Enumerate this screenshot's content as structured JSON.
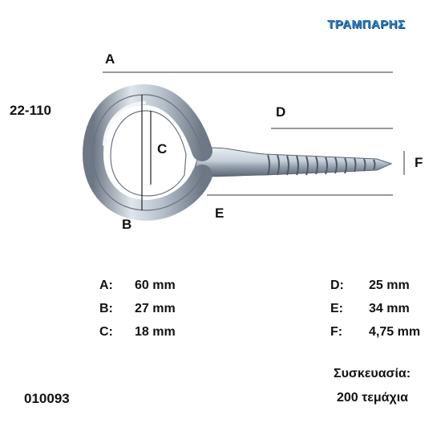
{
  "brand": "ΤΡΑΜΠΑΡΗΣ",
  "product_code": "22-110",
  "dimension_labels": {
    "A": "A",
    "B": "B",
    "C": "C",
    "D": "D",
    "E": "E",
    "F": "F"
  },
  "specs": [
    {
      "key": "A:",
      "value": "60 mm"
    },
    {
      "key": "B:",
      "value": "27 mm"
    },
    {
      "key": "C:",
      "value": "18 mm"
    },
    {
      "key": "D:",
      "value": "25 mm"
    },
    {
      "key": "E:",
      "value": "34 mm"
    },
    {
      "key": "F:",
      "value": "4,75 mm"
    }
  ],
  "packaging": {
    "label": "Συσκευασία:",
    "quantity": "200 τεμάχια"
  },
  "barcode_number": "010093",
  "colors": {
    "brand": "#2f7fc1",
    "metal": "#b8c2cc"
  }
}
